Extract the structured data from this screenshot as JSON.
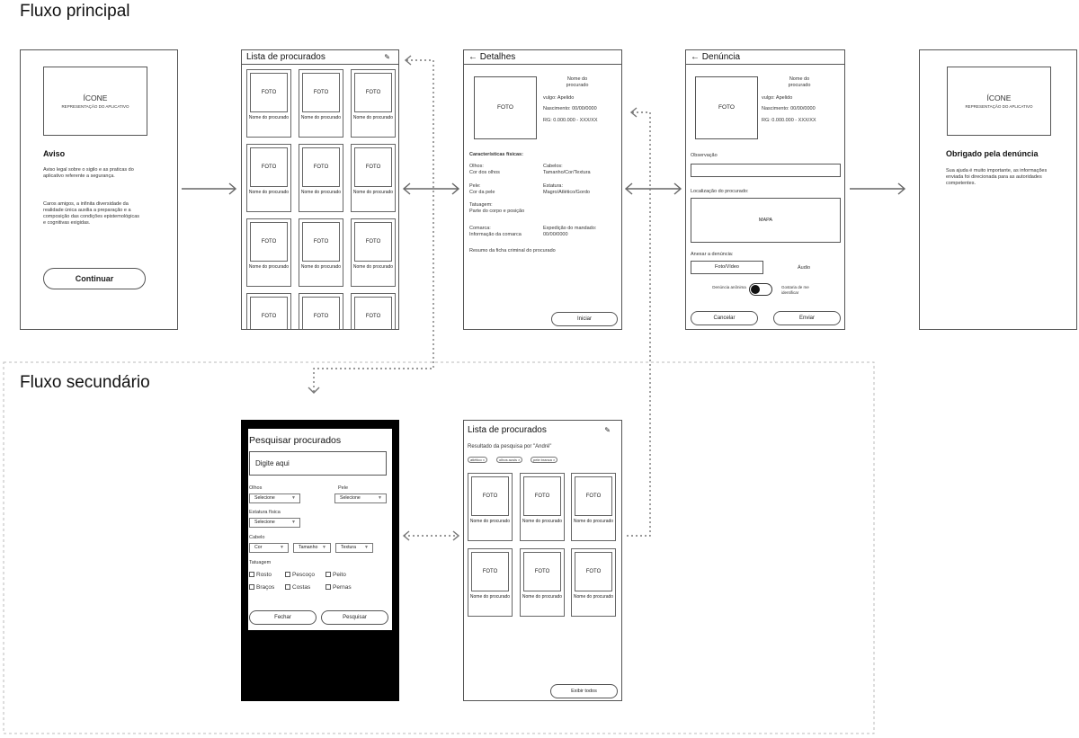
{
  "titles": {
    "main": "Fluxo principal",
    "secondary": "Fluxo secundário"
  },
  "screen1": {
    "icon_title": "ÍCONE",
    "icon_sub": "REPRESENTAÇÃO DO APLICATIVO",
    "heading": "Aviso",
    "p1": "Aviso legal sobre o sigilo e as praticas do aplicativo referente a segurança.",
    "p2": "Caros amigos, a infinita diversidade da realidade única auxilia a preparação e a composição das condições epistemológicas e cognitivas exigidas.",
    "button": "Continuar"
  },
  "screen2": {
    "title": "Lista de procurados",
    "card_photo": "FOTO",
    "card_name": "Nome do procurado"
  },
  "screen3": {
    "title": "Detalhes",
    "photo": "FOTO",
    "name": "Nome do procurado",
    "vulgo": "vulgo: Apelido",
    "nascimento": "Nascimento: 00/00/0000",
    "rg": "RG: 0.000.000 - XXX/XX",
    "section": "Características físicas:",
    "olhos_l": "Olhos:",
    "olhos_v": "Cor dos olhos",
    "cabelos_l": "Cabelos:",
    "cabelos_v": "Tamanho/Cor/Textura",
    "pele_l": "Pele:",
    "pele_v": "Cor da pele",
    "estatura_l": "Estatura:",
    "estatura_v": "Magro/Atlético/Gordo",
    "tatuagem_l": "Tatuagem:",
    "tatuagem_v": "Parte do corpo e posição",
    "comarca_l": "Comarca:",
    "comarca_v": "Informação da comarca",
    "expedicao_l": "Expedição do mandado:",
    "expedicao_v": "00/00/0000",
    "resumo": "Resumo da ficha criminal do procurado",
    "button": "Iniciar"
  },
  "screen4": {
    "title": "Denúncia",
    "photo": "FOTO",
    "name": "Nome do procurado",
    "vulgo": "vulgo: Apelido",
    "nascimento": "Nascimento: 00/00/0000",
    "rg": "RG: 0.000.000 - XXX/XX",
    "obs": "Observação",
    "loc": "Localização do procurado:",
    "mapa": "MAPA",
    "anexar": "Anexar a denúncia:",
    "foto_video": "Foto/Vídeo",
    "audio": "Áudio",
    "anon": "Denúncia anônima",
    "ident": "Gostaria de me identificar",
    "cancel": "Cancelar",
    "send": "Enviar"
  },
  "screen5": {
    "icon_title": "ÍCONE",
    "icon_sub": "REPRESENTAÇÃO DO APLICATIVO",
    "heading": "Obrigado pela denúncia",
    "p": "Sua ajuda é muito importante, as informações enviada foi direcionada para as autoridades competentes."
  },
  "search": {
    "title": "Pesquisar procurados",
    "input": "Digite aqui",
    "olhos": "Olhos",
    "pele": "Pele",
    "estatura": "Estatura física",
    "cabelo": "Cabelo",
    "tatuagem": "Tatuagem",
    "selecione": "Selecione",
    "cor": "Cor",
    "tamanho": "Tamanho",
    "textura": "Textura",
    "cb": [
      "Rosto",
      "Pescoço",
      "Peito",
      "Braços",
      "Costas",
      "Pernas"
    ],
    "close": "Fechar",
    "go": "Pesquisar"
  },
  "results": {
    "title": "Lista de procurados",
    "query": "Resultado da pesquisa por \"André\"",
    "tags": [
      "atlético",
      "olhos azuis",
      "pele branca"
    ],
    "card_photo": "FOTO",
    "card_name": "Nome do procurado",
    "button": "Exibir todos"
  }
}
